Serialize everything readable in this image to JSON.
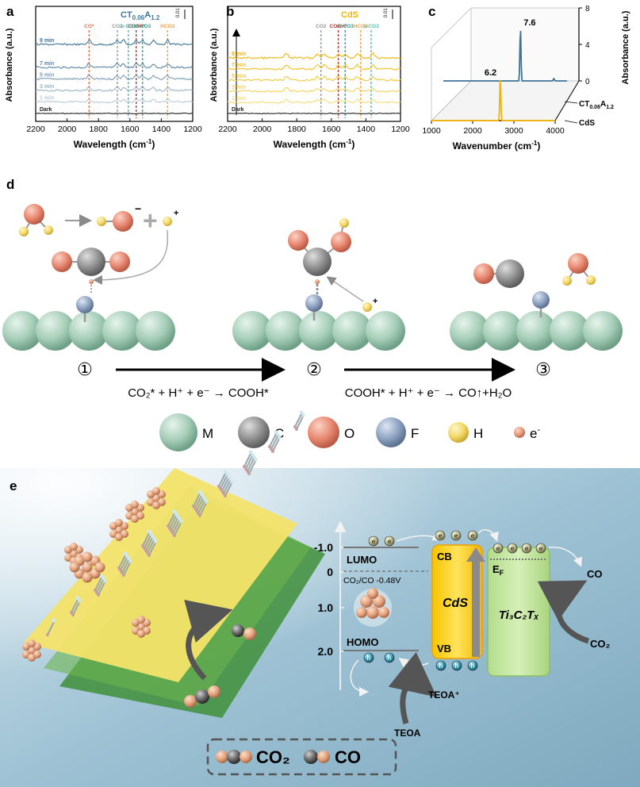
{
  "panel_labels": {
    "a": "a",
    "b": "b",
    "c": "c",
    "d": "d",
    "e": "e"
  },
  "colors": {
    "ct_line": "#3d7497",
    "cds_line": "#f4b400",
    "co_mark": "#e07050",
    "cooh_mark": "#b03a2e",
    "co2_mark": "#999999",
    "mco3_mark": "#2aa198",
    "bco3_mark": "#4fbfb0",
    "hco3_mark": "#f0a040",
    "atom_M": "#a5cdb7",
    "atom_C": "#8f8f8f",
    "atom_O": "#e88770",
    "atom_F": "#8ea2c2",
    "atom_H": "#f5d86a",
    "atom_e": "#e59a7c"
  },
  "chart_data": [
    {
      "type": "line",
      "panel": "a",
      "sample_label": "CT",
      "sample_sub1": "0.06",
      "sample_mid": "A",
      "sample_sub2": "1.2",
      "xlabel": "Wavelength (cm",
      "xlabel_sup": "-1",
      "xlabel_end": ")",
      "ylabel": "Absorbance (a.u.)",
      "xlim": [
        2200,
        1200
      ],
      "xticks": [
        "2200",
        "2000",
        "1800",
        "1600",
        "1400",
        "1200"
      ],
      "scale_label": "0.01",
      "series": [
        {
          "name": "Dark",
          "offset": 0
        },
        {
          "name": "1 min",
          "offset": 1
        },
        {
          "name": "3 min",
          "offset": 2
        },
        {
          "name": "5 min",
          "offset": 3
        },
        {
          "name": "7 min",
          "offset": 4
        },
        {
          "name": "9 min",
          "offset": 6
        }
      ],
      "markers": [
        {
          "label": "CO*",
          "x": 1860
        },
        {
          "label": "CO2",
          "x": 1680
        },
        {
          "label": "COOH*",
          "x": 1560
        },
        {
          "label": "m-CO3",
          "x": 1520
        },
        {
          "label": "b-CO3",
          "x": 1610
        },
        {
          "label": "HCO3",
          "x": 1360
        }
      ]
    },
    {
      "type": "line",
      "panel": "b",
      "sample_label": "CdS",
      "xlabel": "Wavelength (cm",
      "xlabel_sup": "-1",
      "xlabel_end": ")",
      "ylabel": "Absorbance (a.u.)",
      "xlim": [
        2200,
        1200
      ],
      "xticks": [
        "2200",
        "2000",
        "1800",
        "1600",
        "1400",
        "1200"
      ],
      "scale_label": "0.01",
      "series": [
        {
          "name": "Dark",
          "offset": 0
        },
        {
          "name": "1 min",
          "offset": 1
        },
        {
          "name": "3 min",
          "offset": 2
        },
        {
          "name": "5 min",
          "offset": 3
        },
        {
          "name": "7 min",
          "offset": 4
        },
        {
          "name": "9 min",
          "offset": 5
        }
      ],
      "markers": [
        {
          "label": "CO2",
          "x": 1660
        },
        {
          "label": "COOH*",
          "x": 1560
        },
        {
          "label": "m-CO3",
          "x": 1520
        },
        {
          "label": "HCO3",
          "x": 1430
        },
        {
          "label": "b-CO3",
          "x": 1370
        }
      ]
    },
    {
      "type": "line",
      "panel": "c",
      "xlabel": "Wavenumber (cm",
      "xlabel_sup": "-1",
      "xlabel_end": ")",
      "zlabel": "Absorbance (a.u.)",
      "xticks": [
        "1000",
        "2000",
        "3000",
        "4000"
      ],
      "zticks": [
        "0",
        "4",
        "8"
      ],
      "series": [
        {
          "name": "CT",
          "name_sub1": "0.06",
          "name_mid": "A",
          "name_sub2": "1.2",
          "peak_x": 2870,
          "peak_label": "7.6"
        },
        {
          "name": "CdS",
          "peak_x": 2670,
          "peak_label": "6.2"
        }
      ]
    }
  ],
  "panel_d": {
    "step1": "①",
    "step2": "②",
    "step3": "③",
    "eq1": "CO₂* + H⁺ + e⁻ → COOH*",
    "eq2": "COOH* + H⁺ + e⁻ → CO↑+H₂O",
    "minus": "−",
    "plus": "+",
    "legend": [
      {
        "sym": "M",
        "atom": "atom_M"
      },
      {
        "sym": "C",
        "atom": "atom_C"
      },
      {
        "sym": "O",
        "atom": "atom_O"
      },
      {
        "sym": "F",
        "atom": "atom_F"
      },
      {
        "sym": "H",
        "atom": "atom_H"
      },
      {
        "sym": "e",
        "sup": "-",
        "atom": "atom_e"
      }
    ]
  },
  "panel_e": {
    "yticks": [
      "-1.0",
      "0",
      "1.0",
      "2.0"
    ],
    "lumo": "LUMO",
    "homo": "HOMO",
    "redox": "CO₂/CO -0.48V",
    "cb": "CB",
    "vb": "VB",
    "cds": "CdS",
    "ef": "E",
    "ef_sub": "F",
    "mxene": "Ti₃C₂Tₓ",
    "co": "CO",
    "co2": "CO₂",
    "teoa": "TEOA",
    "teoa_plus": "TEOA⁺",
    "e": "e",
    "h": "h",
    "legend_co2": "CO₂",
    "legend_co": "CO"
  }
}
